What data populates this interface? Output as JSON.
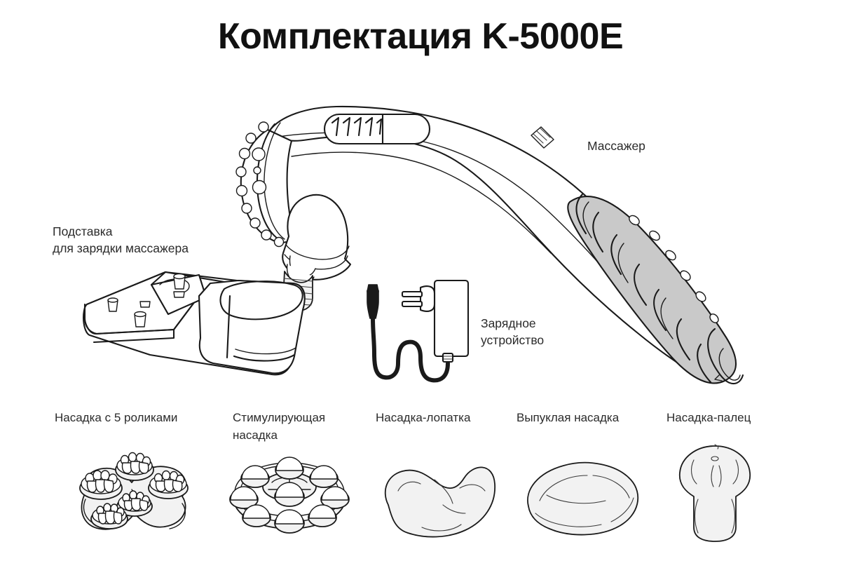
{
  "page": {
    "title": "Комплектация K-5000E",
    "background_color": "#ffffff",
    "text_color": "#1a1a1a"
  },
  "labels": {
    "massager": "Массажер",
    "stand": "Подставка\nдля зарядки массажера",
    "charger": "Зарядное\nустройство"
  },
  "accessories": [
    {
      "name": "Насадка с 5 роликами",
      "icon": "five-roller-attachment-illustration"
    },
    {
      "name": "Стимулирующая\nнасадка",
      "icon": "stimulating-attachment-illustration"
    },
    {
      "name": "Насадка-лопатка",
      "icon": "spatula-attachment-illustration"
    },
    {
      "name": "Выпуклая насадка",
      "icon": "convex-attachment-illustration"
    },
    {
      "name": "Насадка-палец",
      "icon": "finger-attachment-illustration"
    }
  ],
  "colors": {
    "line": "#1a1a1a",
    "grip_gray": "#c9c9c9",
    "highlight_gray": "#e4e4e4",
    "fill_white": "#ffffff"
  }
}
